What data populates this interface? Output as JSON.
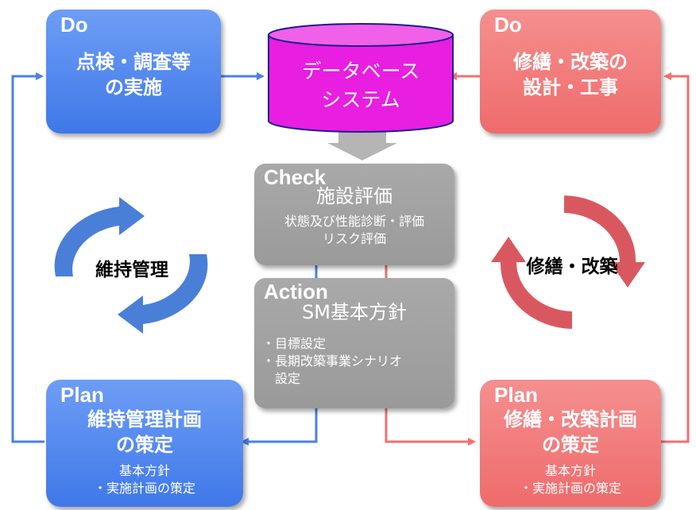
{
  "database": {
    "line1": "データベース",
    "line2": "システム"
  },
  "do_left": {
    "tag": "Do",
    "line1": "点検・調査等",
    "line2": "の実施"
  },
  "do_right": {
    "tag": "Do",
    "line1": "修繕・改築の",
    "line2": "設計・工事"
  },
  "check": {
    "tag": "Check",
    "title": "施設評価",
    "line1": "状態及び性能診断・評価",
    "line2": "リスク評価"
  },
  "action": {
    "tag": "Action",
    "title": "SM基本方針",
    "line1": "・目標設定",
    "line2": "・長期改築事業シナリオ",
    "line3": "設定"
  },
  "plan_left": {
    "tag": "Plan",
    "line1": "維持管理計画",
    "line2": "の策定",
    "line3": "基本方針",
    "line4": "・実施計画の策定"
  },
  "plan_right": {
    "tag": "Plan",
    "line1": "修繕・改築計画",
    "line2": "の策定",
    "line3": "基本方針",
    "line4": "・実施計画の策定"
  },
  "cycle_left": {
    "label": "維持管理",
    "color": "#4a7fd8"
  },
  "cycle_right": {
    "label": "修繕・改築",
    "color": "#d9585f"
  },
  "colors": {
    "blue": "#4a80ea",
    "red": "#f07070",
    "gray": "#a0a0a0",
    "database": "#e81ee0"
  }
}
